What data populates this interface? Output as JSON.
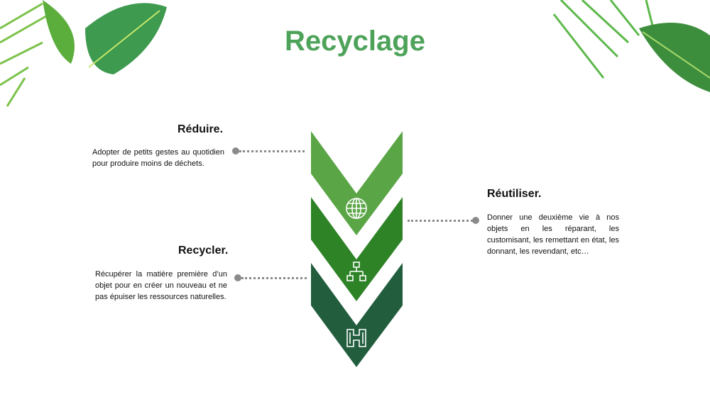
{
  "title": "Recyclage",
  "steps": [
    {
      "heading": "Réduire.",
      "text": "Adopter de petits gestes au quotidien pour produire moins de déchets.",
      "icon": "globe-icon",
      "color": "#5aa545"
    },
    {
      "heading": "Réutiliser.",
      "text": "Donner une deuxième vie à nos objets en les réparant, les customisant, les remettant en état, les donnant, les revendant, etc…",
      "icon": "hierarchy-icon",
      "color": "#2e8327"
    },
    {
      "heading": "Recycler.",
      "text": "Récupérer la matière première d’un objet pour en créer un nouveau et ne pas épuiser les ressources naturelles.",
      "icon": "binoculars-icon",
      "color": "#225e3e"
    }
  ]
}
